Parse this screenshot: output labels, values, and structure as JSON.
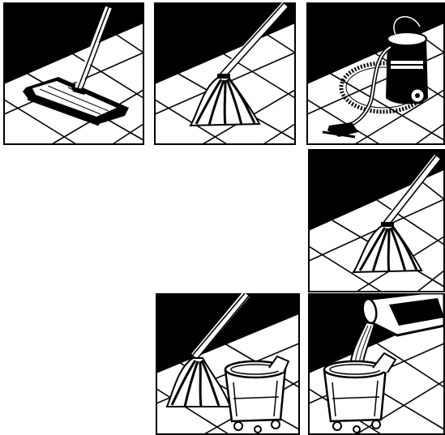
{
  "figure": {
    "panels": [
      {
        "id": "p1",
        "icon": "dust-mop-icon"
      },
      {
        "id": "p2",
        "icon": "wet-mop-icon"
      },
      {
        "id": "p3",
        "icon": "wet-vacuum-icon"
      },
      {
        "id": "p4",
        "icon": "wet-mop-icon"
      },
      {
        "id": "p5",
        "icon": "mop-and-bucket-icon"
      },
      {
        "id": "p6",
        "icon": "pouring-into-bucket-icon"
      }
    ],
    "colors": {
      "ink": "#000000",
      "paper": "#ffffff"
    }
  }
}
